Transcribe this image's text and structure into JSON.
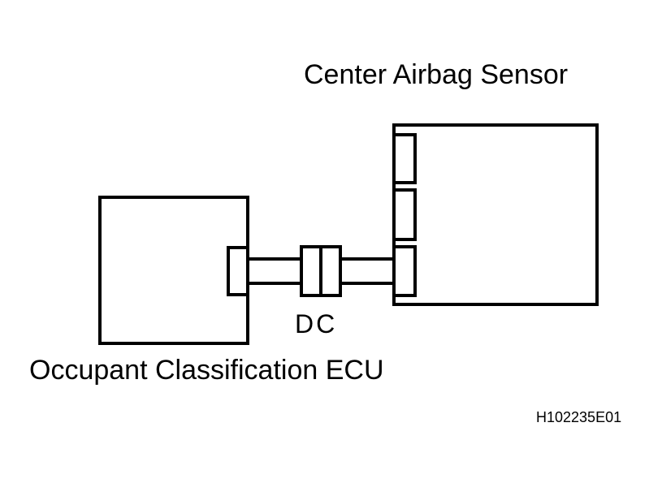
{
  "diagram": {
    "center_sensor_label": "Center Airbag Sensor",
    "ecu_label": "Occupant Classification ECU",
    "connector_label": "DC",
    "figure_code": "H102235E01",
    "colors": {
      "line": "#000000",
      "background": "#ffffff"
    }
  }
}
